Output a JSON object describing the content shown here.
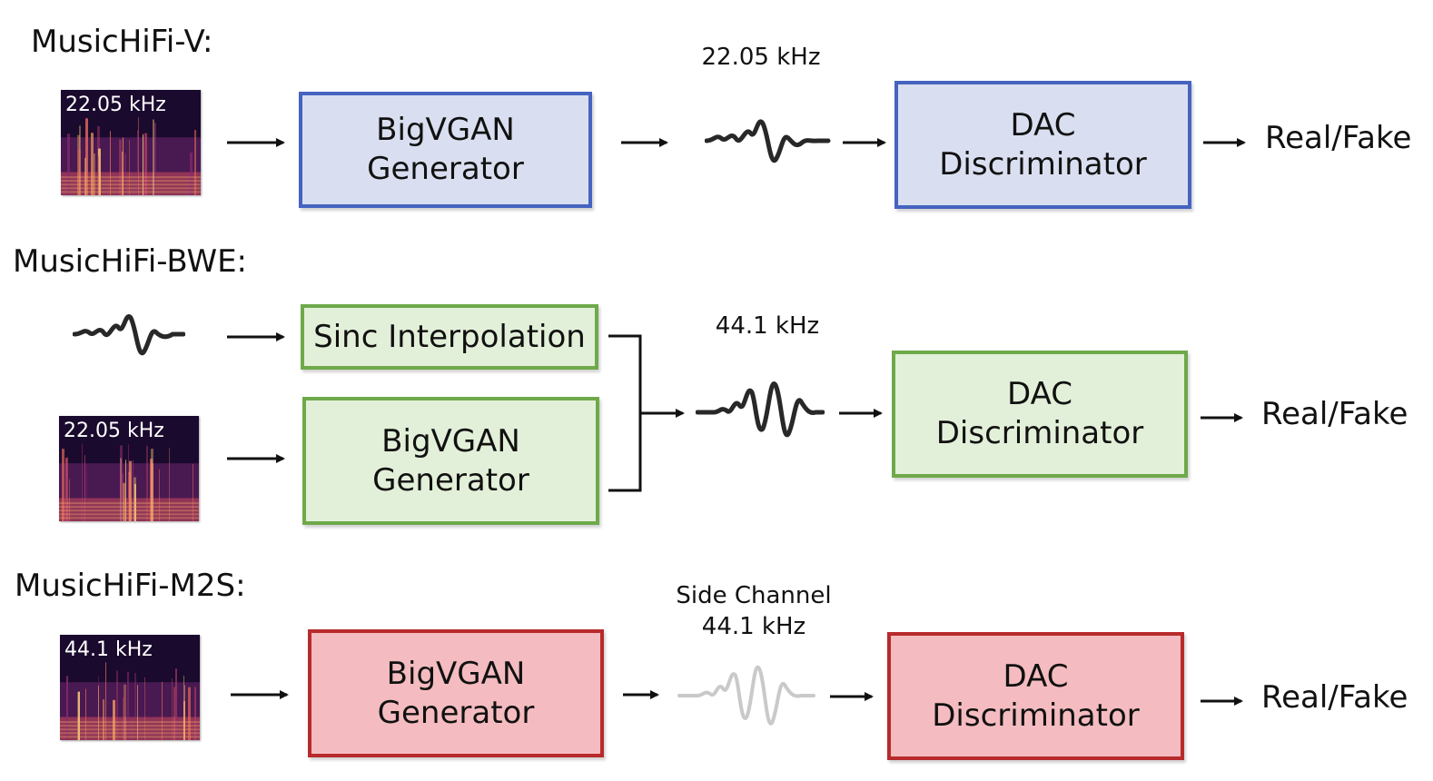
{
  "rows": {
    "v": {
      "title": "MusicHiFi-V:",
      "spectrogram_label": "22.05 kHz",
      "generator": [
        "BigVGAN",
        "Generator"
      ],
      "rate_label": "22.05 kHz",
      "discriminator": [
        "DAC",
        "Discriminator"
      ],
      "output": "Real/Fake",
      "color": "#4563c0"
    },
    "bwe": {
      "title": "MusicHiFi-BWE:",
      "interpolation": "Sinc Interpolation",
      "spectrogram_label": "22.05 kHz",
      "generator": [
        "BigVGAN",
        "Generator"
      ],
      "rate_label": "44.1 kHz",
      "discriminator": [
        "DAC",
        "Discriminator"
      ],
      "output": "Real/Fake",
      "color": "#6ea94a"
    },
    "m2s": {
      "title": "MusicHiFi-M2S:",
      "spectrogram_label": "44.1 kHz",
      "generator": [
        "BigVGAN",
        "Generator"
      ],
      "rate_label": [
        "Side Channel",
        "44.1 kHz"
      ],
      "discriminator": [
        "DAC",
        "Discriminator"
      ],
      "output": "Real/Fake",
      "color": "#b82a2b"
    }
  }
}
